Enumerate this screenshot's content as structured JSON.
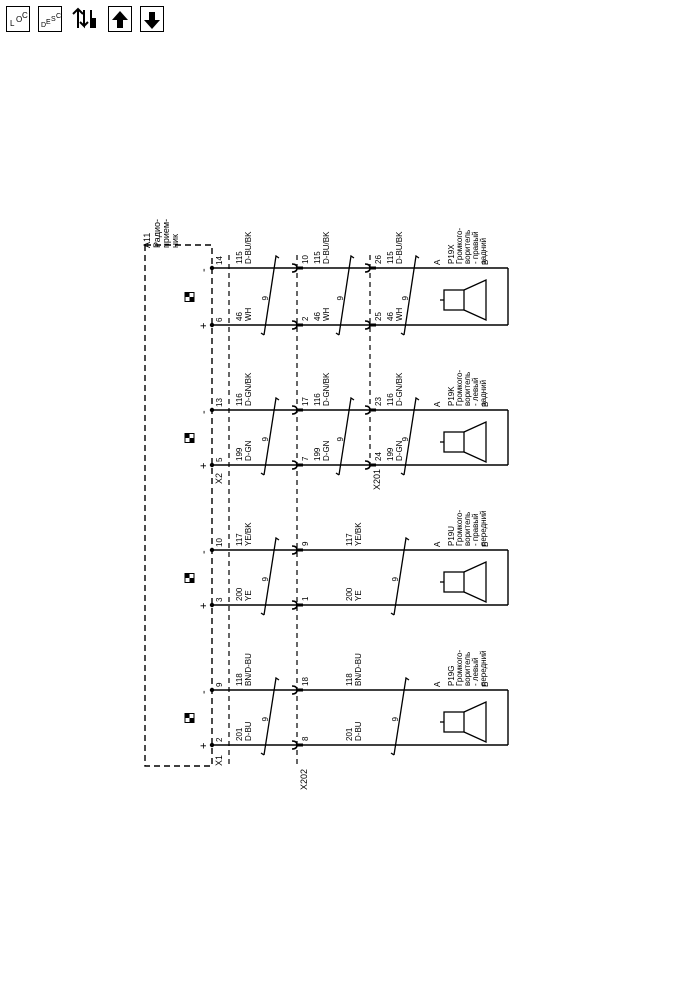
{
  "toolbar": {
    "loc_label_l": "L",
    "loc_label_o": "O",
    "loc_label_c": "C",
    "desc_label_d": "D",
    "desc_label_e": "E",
    "desc_label_s": "S",
    "desc_label_c": "C",
    "icons": [
      "loc-icon",
      "desc-icon",
      "connector-tools-icon",
      "arrow-up-icon",
      "arrow-down-icon"
    ]
  },
  "module": {
    "id": "A11",
    "name_lines": [
      "Радио-",
      "прием-",
      "ник"
    ],
    "connector_x1": "X1",
    "connector_x2": "X2"
  },
  "inline_connectors": {
    "x202": "X202",
    "x201": "X201"
  },
  "channels": [
    {
      "pos": {
        "pin": "14",
        "wire_num": "115",
        "color": "D-BU/BK"
      },
      "neg_top": {
        "pin": "6",
        "wire_num": "46",
        "color": "WH"
      },
      "twist": "9",
      "x202_pins": [
        "10",
        "2"
      ],
      "mid": [
        {
          "wire_num": "115",
          "color": "D-BU/BK"
        },
        {
          "wire_num": "46",
          "color": "WH"
        }
      ],
      "x201_pins": [
        "26",
        "25"
      ],
      "spk": [
        {
          "wire_num": "115",
          "color": "D-BU/BK"
        },
        {
          "wire_num": "46",
          "color": "WH"
        }
      ],
      "speaker_id": "P19X",
      "speaker_lines": [
        "Громкого-",
        "воритель",
        "- правый",
        "задний"
      ],
      "pin_a": "A",
      "pin_b": "B",
      "plus": "+",
      "minus": "-"
    },
    {
      "pos": {
        "pin": "13",
        "wire_num": "116",
        "color": "D-GN/BK"
      },
      "neg_top": {
        "pin": "5",
        "wire_num": "199",
        "color": "D-GN"
      },
      "twist": "9",
      "x202_pins": [
        "17",
        "7"
      ],
      "mid": [
        {
          "wire_num": "116",
          "color": "D-GN/BK"
        },
        {
          "wire_num": "199",
          "color": "D-GN"
        }
      ],
      "x201_pins": [
        "23",
        "24"
      ],
      "spk": [
        {
          "wire_num": "116",
          "color": "D-GN/BK"
        },
        {
          "wire_num": "199",
          "color": "D-GN"
        }
      ],
      "speaker_id": "P19K",
      "speaker_lines": [
        "Громкого-",
        "воритель",
        "- левый",
        "задний"
      ],
      "pin_a": "A",
      "pin_b": "B",
      "plus": "+",
      "minus": "-"
    },
    {
      "pos": {
        "pin": "10",
        "wire_num": "117",
        "color": "YE/BK"
      },
      "neg_top": {
        "pin": "3",
        "wire_num": "200",
        "color": "YE"
      },
      "twist": "9",
      "x202_pins": [
        "9",
        "1"
      ],
      "mid": [
        {
          "wire_num": "117",
          "color": "YE/BK"
        },
        {
          "wire_num": "200",
          "color": "YE"
        }
      ],
      "speaker_id": "P19U",
      "speaker_lines": [
        "Громкого-",
        "воритель",
        "- правый",
        "передний"
      ],
      "pin_a": "A",
      "pin_b": "B",
      "plus": "+",
      "minus": "-"
    },
    {
      "pos": {
        "pin": "9",
        "wire_num": "118",
        "color": "BN/D-BU"
      },
      "neg_top": {
        "pin": "2",
        "wire_num": "201",
        "color": "D-BU"
      },
      "twist": "9",
      "x202_pins": [
        "18",
        "8"
      ],
      "mid": [
        {
          "wire_num": "118",
          "color": "BN/D-BU"
        },
        {
          "wire_num": "201",
          "color": "D-BU"
        }
      ],
      "speaker_id": "P19G",
      "speaker_lines": [
        "Громкого-",
        "воритель",
        "- левый",
        "передний"
      ],
      "pin_a": "A",
      "pin_b": "B",
      "plus": "+",
      "minus": "-"
    }
  ]
}
